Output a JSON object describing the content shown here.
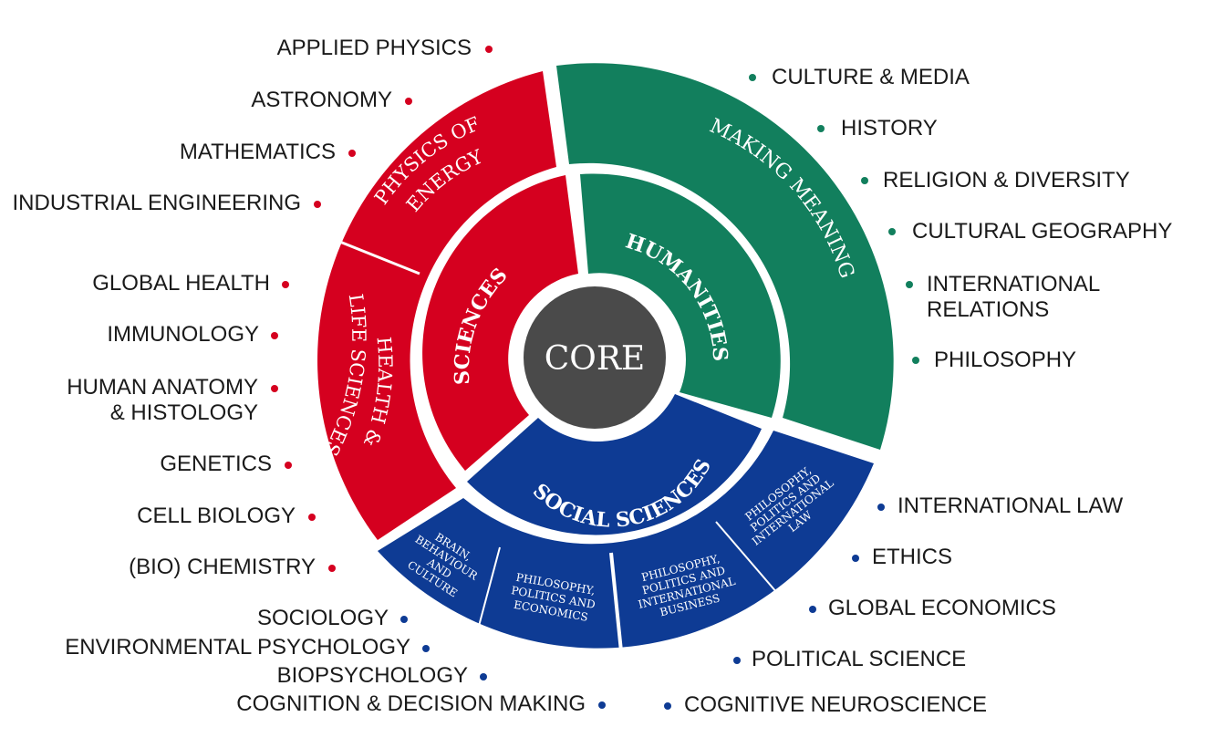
{
  "colors": {
    "sciences": "#d5001f",
    "humanities": "#127f5d",
    "social": "#0e3b94",
    "core": "#4a4a4a",
    "white": "#ffffff",
    "text": "#1a1a1a"
  },
  "core": {
    "label": "CORE"
  },
  "inner": {
    "sciences": "SCIENCES",
    "humanities": "HUMANITIES",
    "social": "SOCIAL SCIENCES"
  },
  "outer": {
    "physics": [
      "PHYSICS OF",
      "ENERGY"
    ],
    "health": [
      "HEALTH &",
      "LIFE SCIENCES"
    ],
    "making_meaning": "MAKING MEANING",
    "brain": [
      "BRAIN,",
      "BEHAVIOUR",
      "AND",
      "CULTURE"
    ],
    "ppe": [
      "PHILOSOPHY,",
      "POLITICS AND",
      "ECONOMICS"
    ],
    "ppib": [
      "PHILOSOPHY,",
      "POLITICS AND",
      "INTERNATIONAL",
      "BUSINESS"
    ],
    "ppil": [
      "PHILOSOPHY,",
      "POLITICS AND",
      "INTERNATIONAL",
      "LAW"
    ]
  },
  "labels": {
    "red": [
      "APPLIED PHYSICS",
      "ASTRONOMY",
      "MATHEMATICS",
      "INDUSTRIAL ENGINEERING",
      "GLOBAL HEALTH",
      "IMMUNOLOGY",
      "HUMAN ANATOMY",
      "& HISTOLOGY",
      "GENETICS",
      "CELL BIOLOGY",
      "(BIO) CHEMISTRY"
    ],
    "green": [
      "CULTURE & MEDIA",
      "HISTORY",
      "RELIGION & DIVERSITY",
      "CULTURAL GEOGRAPHY",
      "INTERNATIONAL",
      "RELATIONS",
      "PHILOSOPHY"
    ],
    "blue_right": [
      "INTERNATIONAL LAW",
      "ETHICS",
      "GLOBAL ECONOMICS",
      "POLITICAL SCIENCE",
      "COGNITIVE NEUROSCIENCE"
    ],
    "blue_left": [
      "SOCIOLOGY",
      "ENVIRONMENTAL PSYCHOLOGY",
      "BIOPSYCHOLOGY",
      "COGNITION & DECISION MAKING"
    ]
  }
}
